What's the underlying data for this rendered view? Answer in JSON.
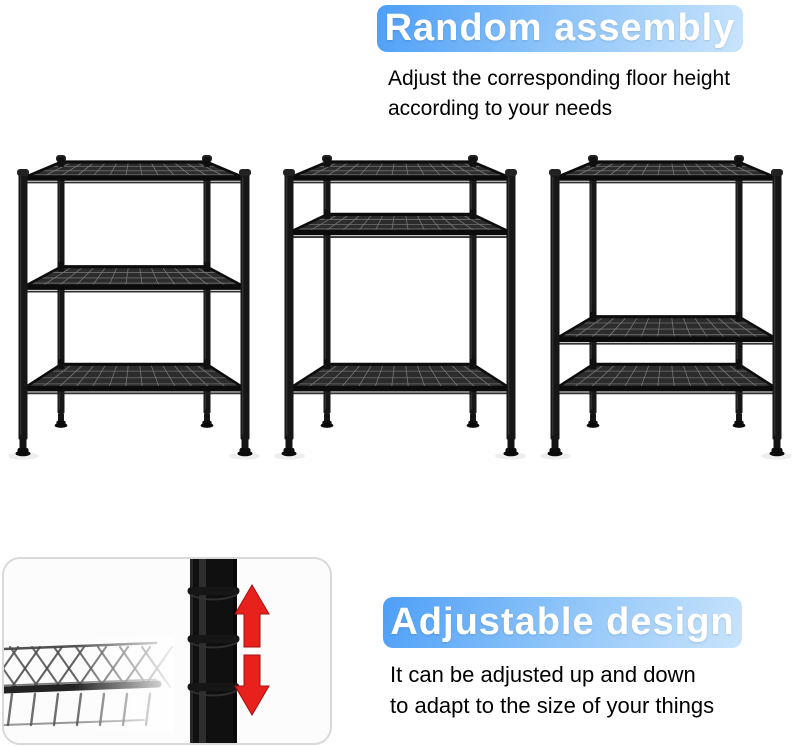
{
  "sections": {
    "random_assembly": {
      "title": "Random assembly",
      "description": [
        "Adjust the corresponding floor height",
        "according to your needs"
      ]
    },
    "adjustable_design": {
      "title": "Adjustable design",
      "description": [
        "It can be adjusted up and down",
        "to adapt to the size of your things"
      ]
    }
  },
  "colors": {
    "background": "#ffffff",
    "badge_gradient_start": "#4d9ff7",
    "badge_gradient_end": "#c9e4fc",
    "text_color": "#000000",
    "rack_color": "#161616",
    "arrow_red": "#e8211d"
  },
  "racks": [
    {
      "id": "even-spacing",
      "shelf_positions": [
        0,
        0.44,
        0.85
      ]
    },
    {
      "id": "upper-shelf-raised",
      "shelf_positions": [
        0,
        0.22,
        0.85
      ]
    },
    {
      "id": "lower-shelves-close",
      "shelf_positions": [
        0,
        0.65,
        0.85
      ]
    }
  ],
  "detail_panel": {
    "pole_icon": "adjustable-pole",
    "arrow_icons": [
      "up-arrow-icon",
      "down-arrow-icon"
    ],
    "shelf_icon": "wire-shelf-fragment"
  }
}
